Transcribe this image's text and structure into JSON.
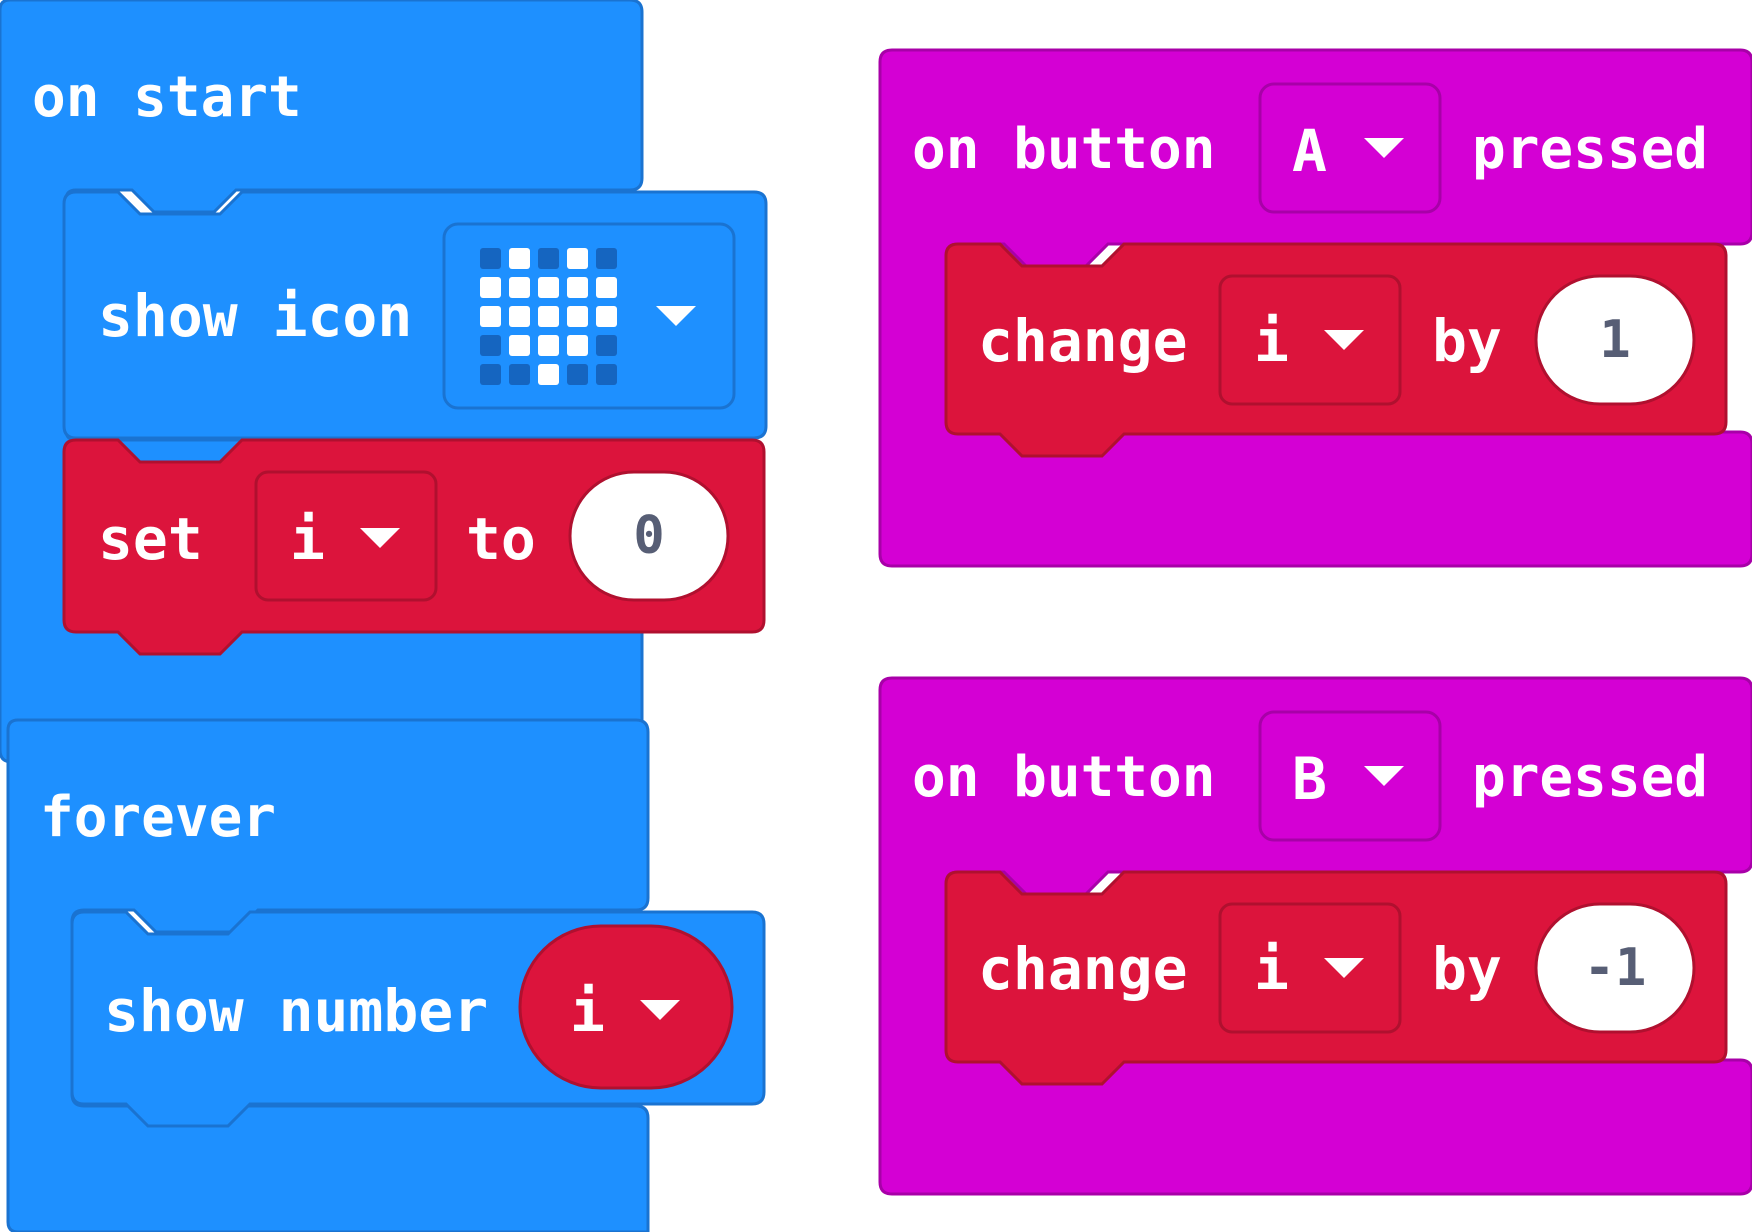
{
  "on_start": {
    "label": "on start",
    "show_icon": {
      "label": "show icon",
      "icon_name": "heart-icon"
    },
    "set_var": {
      "label": "set",
      "variable": "i",
      "to_label": "to",
      "value": "0"
    }
  },
  "forever": {
    "label": "forever",
    "show_number": {
      "label": "show number",
      "variable": "i"
    }
  },
  "button_a": {
    "prefix": "on button",
    "button": "A",
    "suffix": "pressed",
    "change": {
      "label": "change",
      "variable": "i",
      "by_label": "by",
      "value": "1"
    }
  },
  "button_b": {
    "prefix": "on button",
    "button": "B",
    "suffix": "pressed",
    "change": {
      "label": "change",
      "variable": "i",
      "by_label": "by",
      "value": "-1"
    }
  },
  "colors": {
    "basic": "#1e90ff",
    "basic_dark": "#1a73d1",
    "variables": "#dc143c",
    "variables_dark": "#b0102f",
    "input": "#d400d4",
    "input_dark": "#a800a8",
    "led_on": "#ffffff",
    "led_off": "#1565c0"
  },
  "led_matrix": [
    [
      0,
      1,
      0,
      1,
      0
    ],
    [
      1,
      1,
      1,
      1,
      1
    ],
    [
      1,
      1,
      1,
      1,
      1
    ],
    [
      0,
      1,
      1,
      1,
      0
    ],
    [
      0,
      0,
      1,
      0,
      0
    ]
  ]
}
